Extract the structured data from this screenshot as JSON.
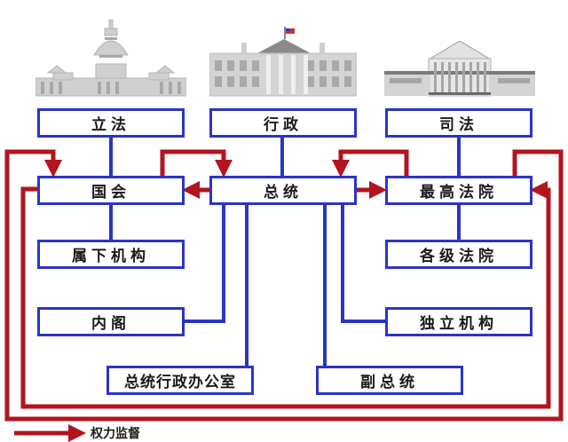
{
  "branches": [
    {
      "id": "legislative",
      "label": "立法",
      "building": "capitol-building"
    },
    {
      "id": "executive",
      "label": "行政",
      "building": "white-house"
    },
    {
      "id": "judicial",
      "label": "司法",
      "building": "supreme-court-building"
    }
  ],
  "nodes": {
    "congress": "国会",
    "president": "总统",
    "supreme_court": "最高法院",
    "subordinate_agencies": "属下机构",
    "lower_courts": "各级法院",
    "cabinet": "内阁",
    "independent_agencies": "独立机构",
    "executive_office": "总统行政办公室",
    "vice_president": "副总统"
  },
  "legend": {
    "arrow_label": "权力监督"
  },
  "colors": {
    "box_border": "#2b35c4",
    "hierarchy_line": "#2b35c4",
    "check_arrow": "#b3141e",
    "building_gray": "#c8c8c8"
  }
}
